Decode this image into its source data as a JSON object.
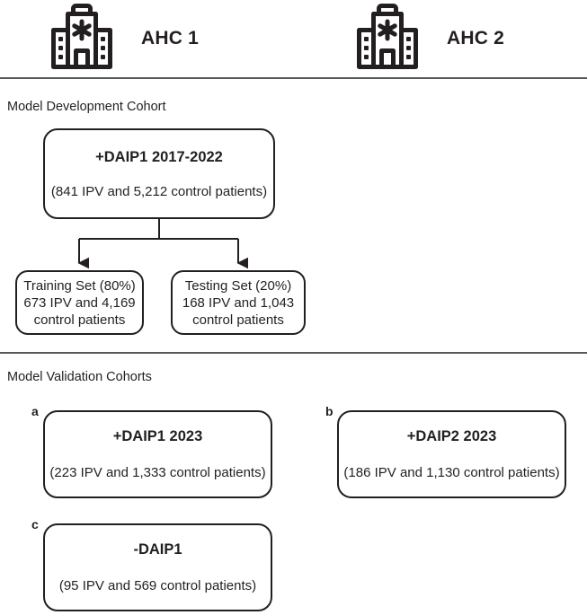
{
  "header": {
    "sites": [
      {
        "icon": "hospital-icon",
        "label": "AHC 1"
      },
      {
        "icon": "hospital-icon",
        "label": "AHC 2"
      }
    ]
  },
  "sections": {
    "development": {
      "caption": "Model Development Cohort"
    },
    "validation": {
      "caption": "Model Validation Cohorts"
    }
  },
  "development_cohort": {
    "root": {
      "title": "+DAIP1 2017-2022",
      "subtitle": "(841 IPV and 5,212 control patients)"
    },
    "splits": [
      {
        "line1": "Training Set (80%)",
        "line2": "673 IPV and 4,169",
        "line3": "control patients"
      },
      {
        "line1": "Testing Set (20%)",
        "line2": "168 IPV and 1,043",
        "line3": "control patients"
      }
    ]
  },
  "validation_cohorts": [
    {
      "letter": "a",
      "title": "+DAIP1 2023",
      "subtitle": "(223 IPV and 1,333 control patients)"
    },
    {
      "letter": "b",
      "title": "+DAIP2 2023",
      "subtitle": "(186 IPV and 1,130 control patients)"
    },
    {
      "letter": "c",
      "title": "-DAIP1",
      "subtitle": "(95 IPV and 569 control patients)"
    }
  ],
  "colors": {
    "ink": "#231f20",
    "rule": "#58595b",
    "background": "#ffffff"
  }
}
